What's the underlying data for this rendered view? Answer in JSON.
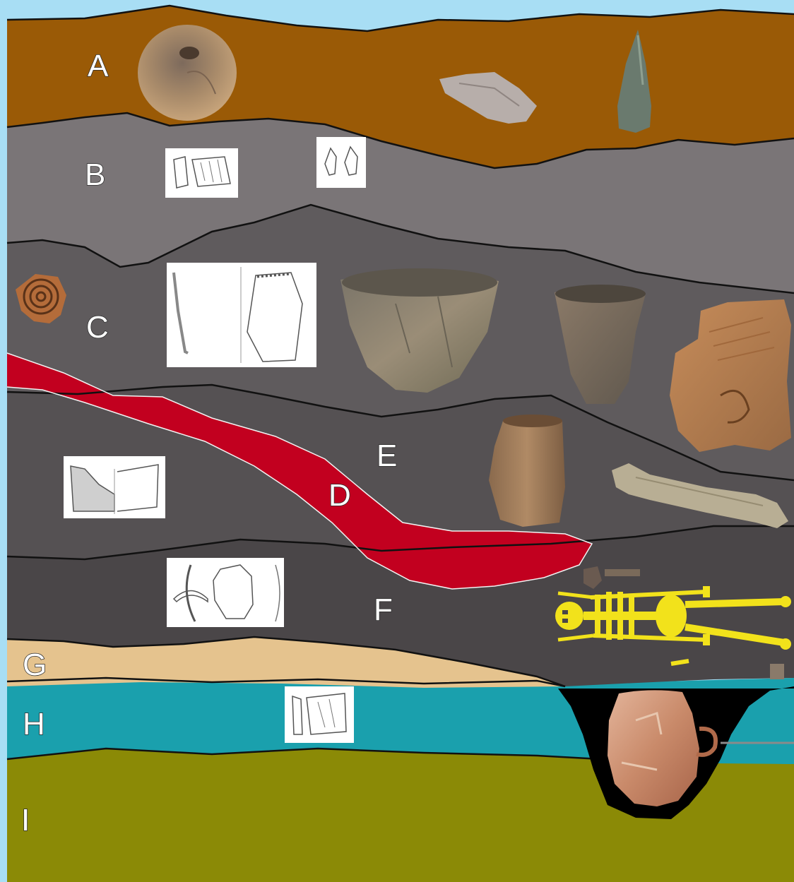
{
  "layers": [
    {
      "id": "A",
      "label": "A",
      "color": "#9a5a06"
    },
    {
      "id": "B",
      "label": "B",
      "color": "#7a7577"
    },
    {
      "id": "C",
      "label": "C",
      "color": "#5f5b5d"
    },
    {
      "id": "D",
      "label": "D",
      "color": "#c2001f"
    },
    {
      "id": "E",
      "label": "E",
      "color": "#555153"
    },
    {
      "id": "F",
      "label": "F",
      "color": "#4a4648"
    },
    {
      "id": "G",
      "label": "G",
      "color": "#e5c38e"
    },
    {
      "id": "H",
      "label": "H",
      "color": "#1aa0ad"
    },
    {
      "id": "I",
      "label": "I",
      "color": "#8b8a06"
    }
  ],
  "colors": {
    "sky": "#a8def4",
    "pit": "#000000",
    "skeleton": "#f2e21b",
    "drawing_card": "#ffffff",
    "pottery": "#b5855c"
  },
  "artifacts": [
    {
      "name": "spindle-whorl-icon",
      "layer": "A"
    },
    {
      "name": "flint-flake-icon",
      "layer": "A"
    },
    {
      "name": "stone-axe-icon",
      "layer": "A"
    },
    {
      "name": "lithic-drawing-card",
      "layer": "B"
    },
    {
      "name": "point-drawing-card",
      "layer": "B"
    },
    {
      "name": "spiral-sherd-icon",
      "layer": "C"
    },
    {
      "name": "pot-profile-drawing-card",
      "layer": "C"
    },
    {
      "name": "conical-bowl-icon",
      "layer": "C"
    },
    {
      "name": "beaker-icon",
      "layer": "C"
    },
    {
      "name": "decorated-sherd-icon",
      "layer": "C"
    },
    {
      "name": "vessel-profile-drawing-card",
      "layer": "E"
    },
    {
      "name": "cylindrical-pot-icon",
      "layer": "E"
    },
    {
      "name": "bone-icon",
      "layer": "E"
    },
    {
      "name": "sherd-drawing-card",
      "layer": "F"
    },
    {
      "name": "skeleton-burial-icon",
      "layer": "F"
    },
    {
      "name": "blade-drawing-card",
      "layer": "H"
    },
    {
      "name": "jug-icon",
      "layer": "H"
    }
  ]
}
